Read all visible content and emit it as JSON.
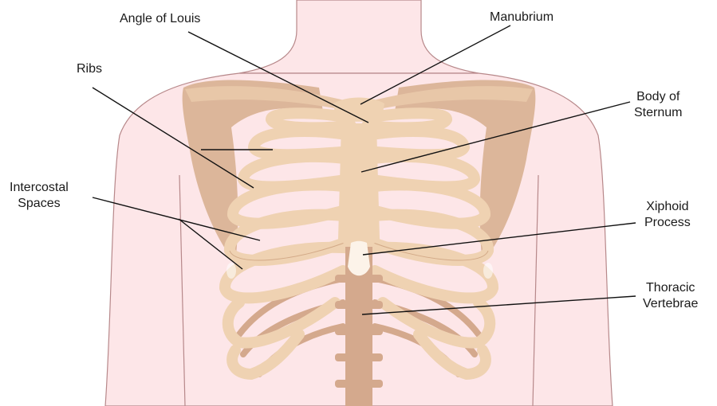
{
  "labels": {
    "angle_of_louis": "Angle of Louis",
    "manubrium": "Manubrium",
    "ribs": "Ribs",
    "body_of_sternum": [
      "Body of",
      "Sternum"
    ],
    "intercostal_spaces": [
      "Intercostal",
      "Spaces"
    ],
    "xiphoid_process": [
      "Xiphoid",
      "Process"
    ],
    "thoracic_vertebrae": [
      "Thoracic",
      "Vertebrae"
    ]
  },
  "colors": {
    "skin_fill": "#fde6e8",
    "skin_outline": "#b7888a",
    "bone": "#efd2b2",
    "bone_outline": "#d2a987",
    "scapula": "#dcb69a",
    "spine": "#d4a98d",
    "xiphoid": "#fcf3e9",
    "leader_line": "#111111"
  }
}
